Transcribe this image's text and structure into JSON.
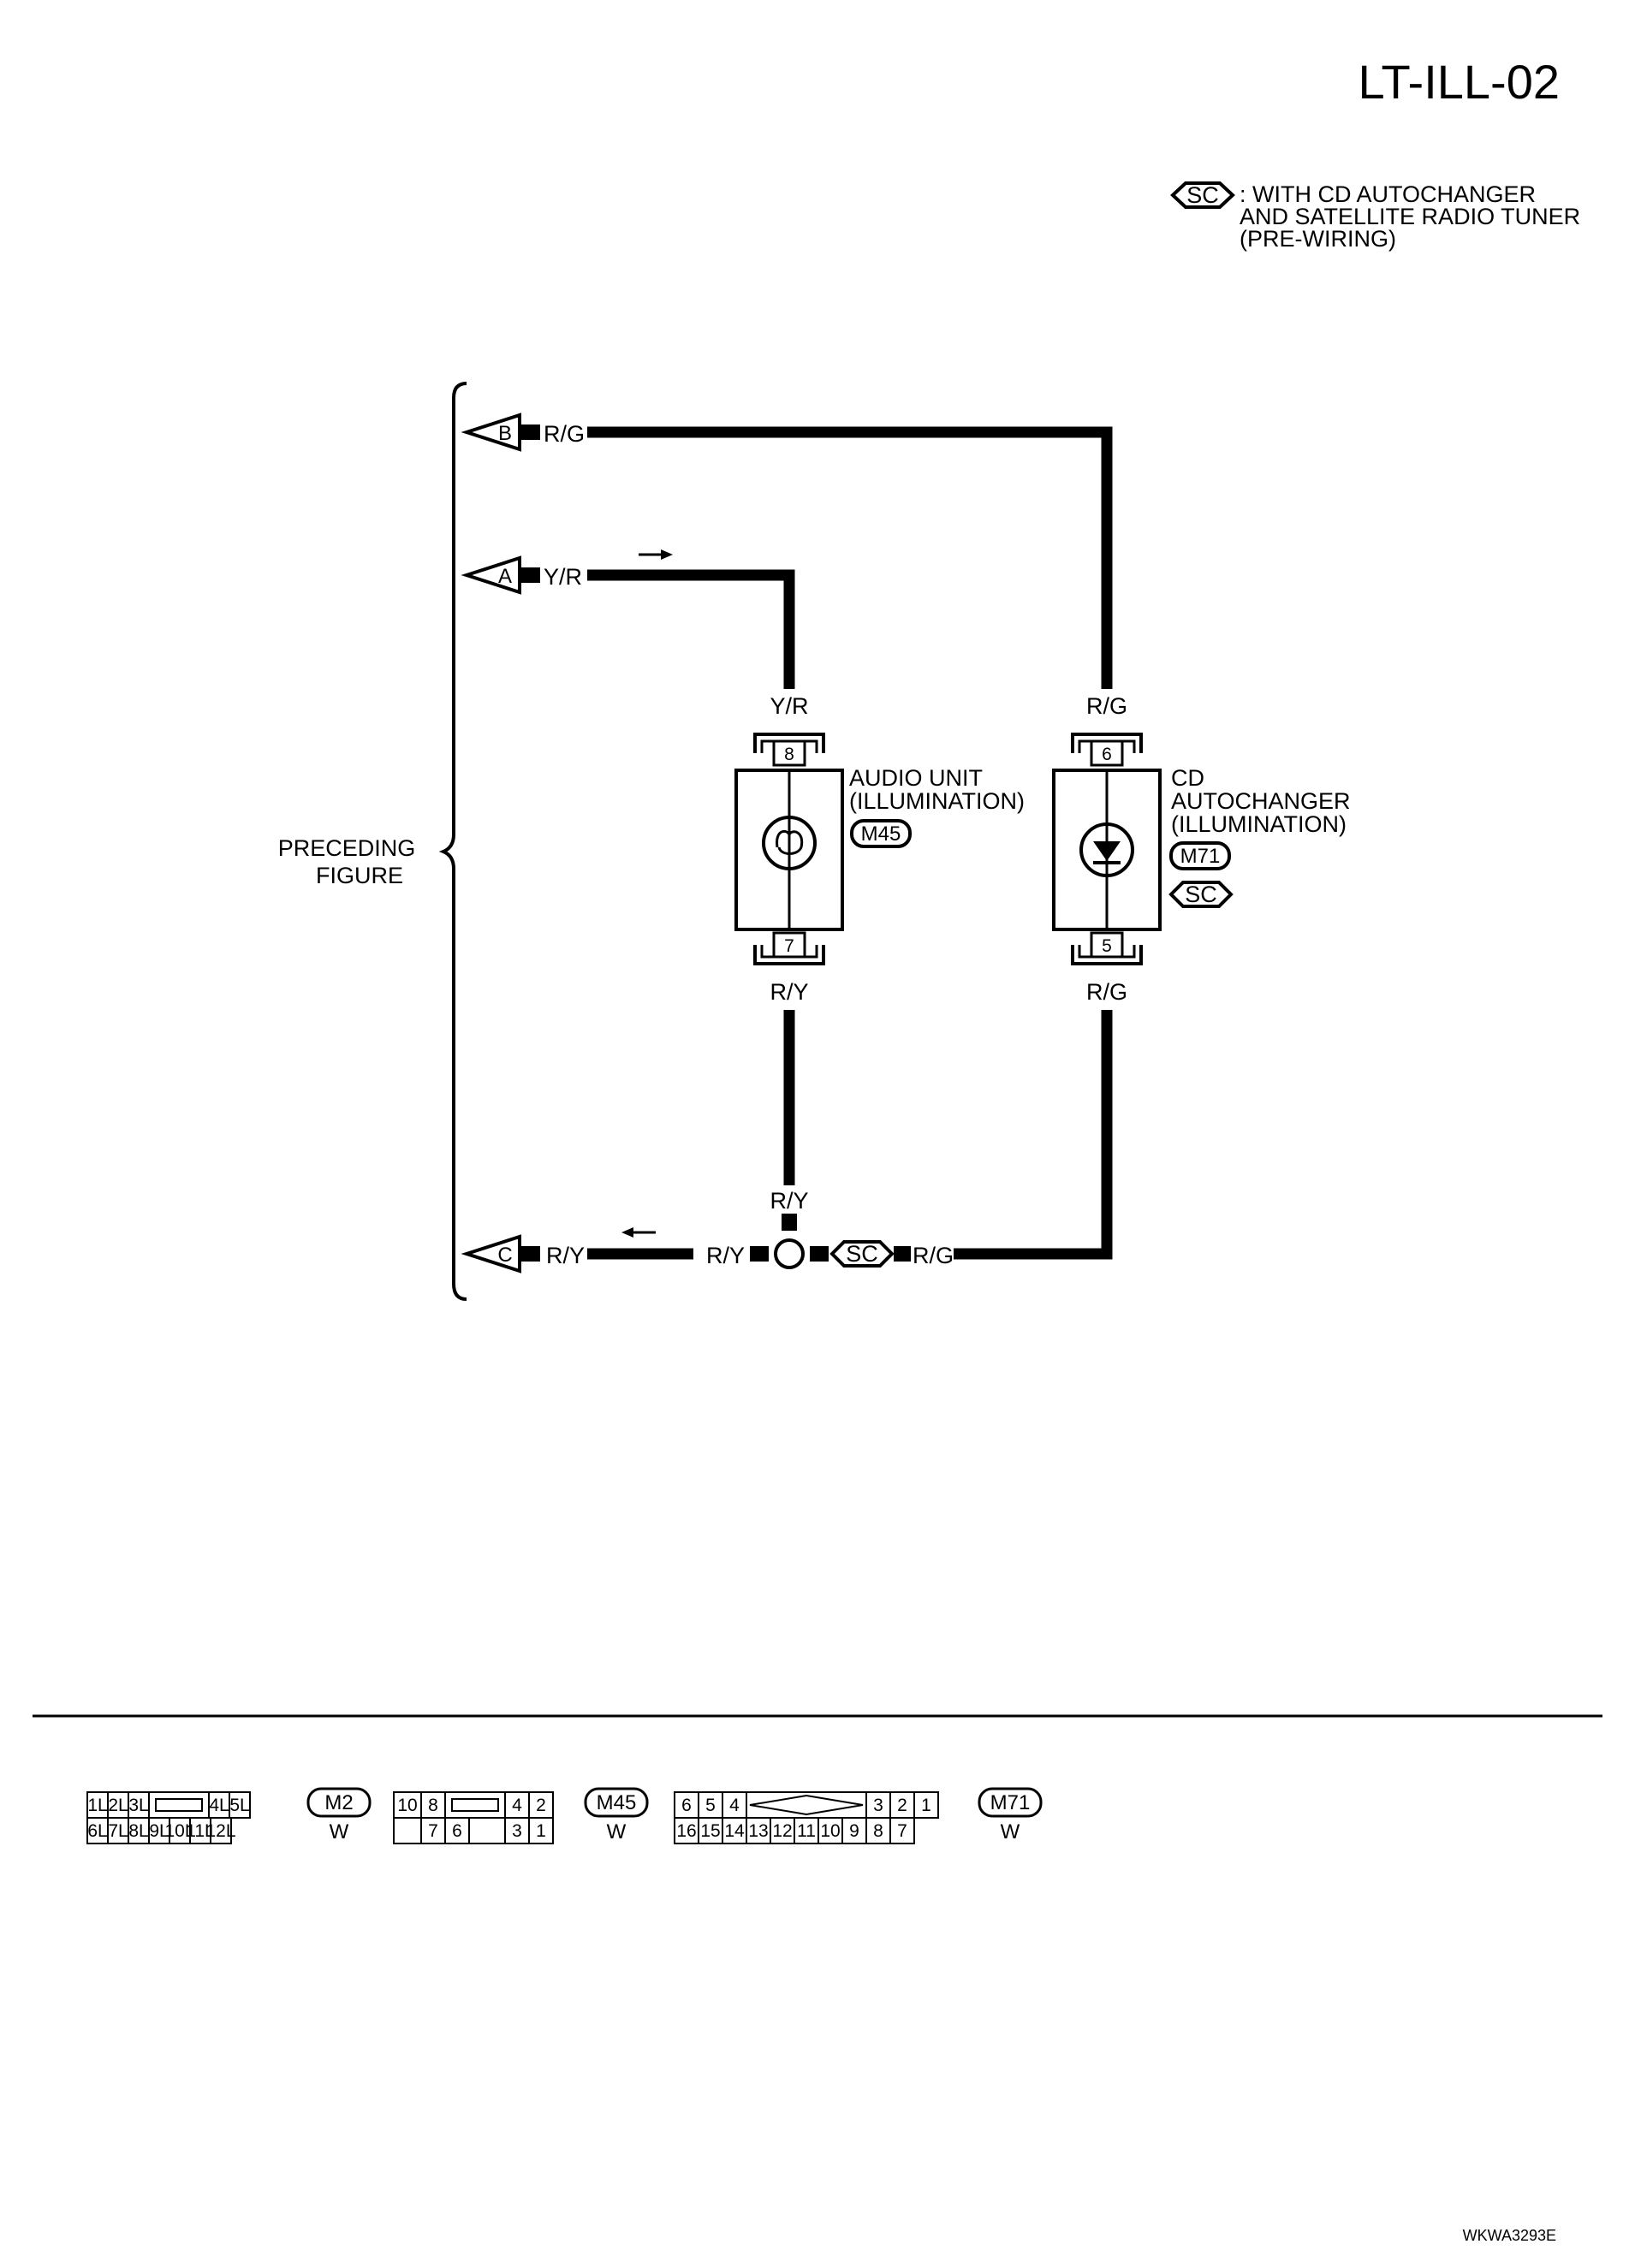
{
  "page_code": "LT-ILL-02",
  "legend": {
    "symbol": "SC",
    "lines": [
      ": WITH CD AUTOCHANGER",
      "AND SATELLITE RADIO TUNER",
      "(PRE-WIRING)"
    ]
  },
  "preceding": [
    "PRECEDING",
    "FIGURE"
  ],
  "terminals": [
    {
      "id": "B",
      "wire": "R/G"
    },
    {
      "id": "A",
      "wire": "Y/R"
    },
    {
      "id": "C",
      "wire": "R/Y"
    }
  ],
  "audio_unit": {
    "name_lines": [
      "AUDIO UNIT",
      "(ILLUMINATION)"
    ],
    "connector": "M45",
    "pin_top": "8",
    "pin_bottom": "7",
    "wire_top": "Y/R",
    "wire_bottom": "R/Y"
  },
  "cd_autochanger": {
    "name_lines": [
      "CD",
      "AUTOCHANGER",
      "(ILLUMINATION)"
    ],
    "connector": "M71",
    "option": "SC",
    "pin_top": "6",
    "pin_bottom": "5",
    "wire_top": "R/G",
    "wire_bottom": "R/G"
  },
  "junction": {
    "wire_up": "R/Y",
    "wire_left": "R/Y",
    "wire_right": "R/G",
    "option": "SC"
  },
  "connectors_table": [
    {
      "code": "M2",
      "color": "W",
      "top": [
        "1L",
        "2L",
        "3L",
        "",
        "4L",
        "5L"
      ],
      "bottom": [
        "6L",
        "7L",
        "8L",
        "9L",
        "10L",
        "11L",
        "12L"
      ]
    },
    {
      "code": "M45",
      "color": "W",
      "top": [
        "10",
        "8",
        "",
        "4",
        "2"
      ],
      "bottom": [
        "",
        "7",
        "6",
        "",
        "3",
        "1"
      ]
    },
    {
      "code": "M71",
      "color": "W",
      "top": [
        "6",
        "5",
        "4",
        "",
        "3",
        "2",
        "1"
      ],
      "bottom": [
        "16",
        "15",
        "14",
        "13",
        "12",
        "11",
        "10",
        "9",
        "8",
        "7"
      ]
    }
  ],
  "doc_id": "WKWA3293E"
}
